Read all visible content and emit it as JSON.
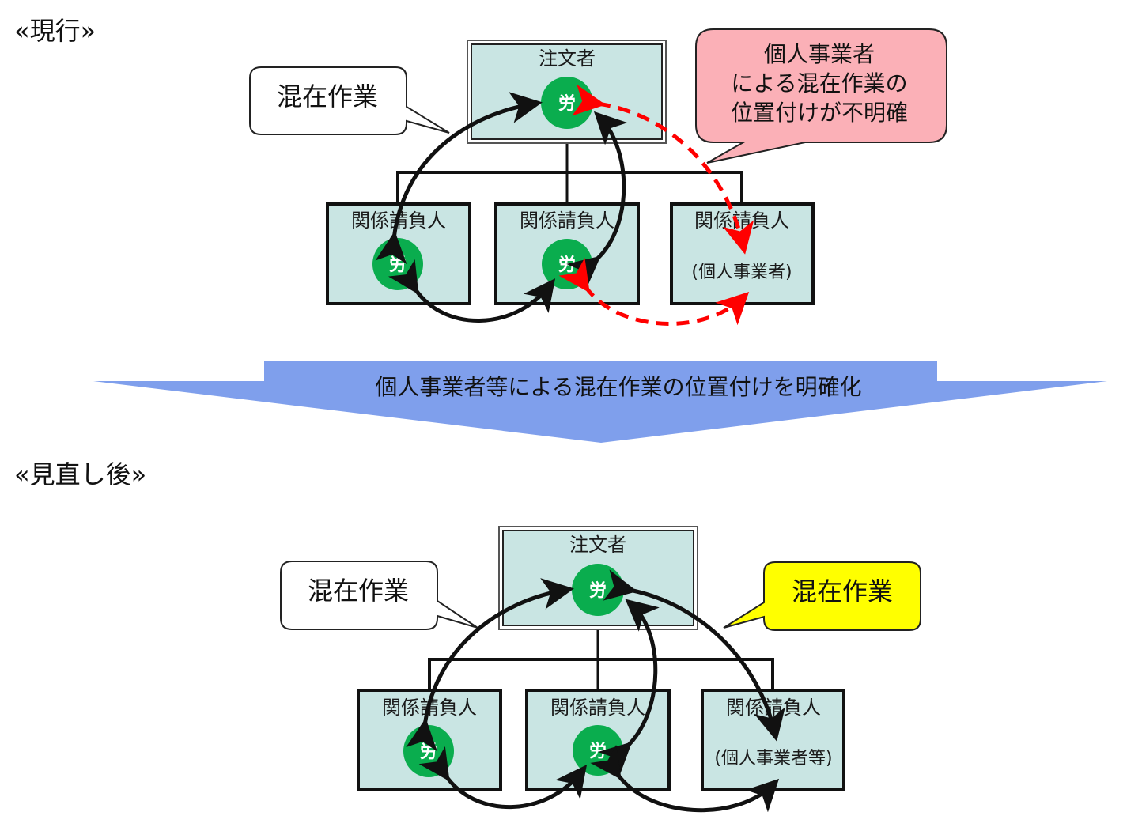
{
  "sections": {
    "current": "«現行»",
    "revised": "«見直し後»"
  },
  "colors": {
    "box_fill": "#c9e5e3",
    "worker_green": "#0aad4e",
    "arrow_blue": "#7f9fec",
    "bubble_pink": "#fbb0b7",
    "bubble_yellow": "#ffff00",
    "dashed_red": "#ff0000"
  },
  "current": {
    "orderer": {
      "label": "注文者",
      "worker": "労"
    },
    "contractors": [
      {
        "label": "関係請負人",
        "worker": "労"
      },
      {
        "label": "関係請負人",
        "worker": "労"
      },
      {
        "label": "関係請負人",
        "sub": "(個人事業者)"
      }
    ],
    "bubble_mixed": "混在作業",
    "bubble_unclear": [
      "個人事業者",
      "による混在作業の",
      "位置付けが不明確"
    ]
  },
  "transition_arrow": {
    "label": "個人事業者等による混在作業の位置付けを明確化"
  },
  "revised": {
    "orderer": {
      "label": "注文者",
      "worker": "労"
    },
    "contractors": [
      {
        "label": "関係請負人",
        "worker": "労"
      },
      {
        "label": "関係請負人",
        "worker": "労"
      },
      {
        "label": "関係請負人",
        "sub": "(個人事業者等)"
      }
    ],
    "bubble_mixed_left": "混在作業",
    "bubble_mixed_right": "混在作業"
  }
}
